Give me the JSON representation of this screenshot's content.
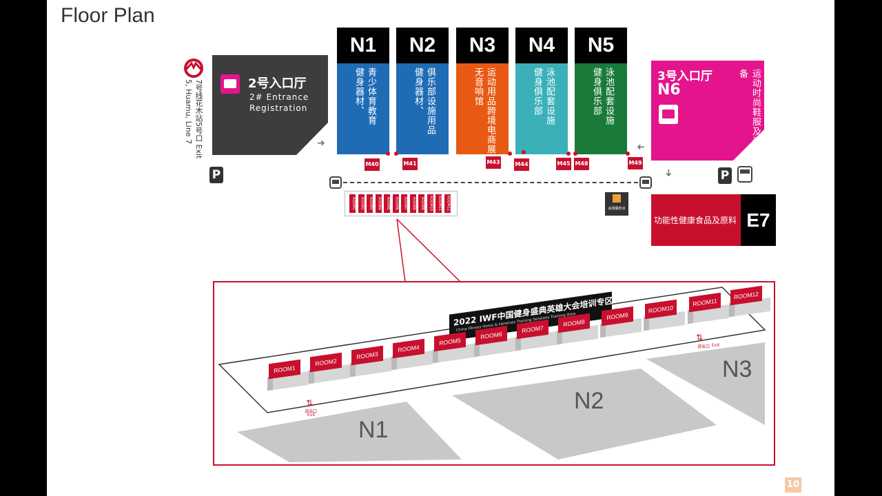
{
  "title": "Floor Plan",
  "metro": {
    "text": "7号线花木站5号口 Exit 5, Huamu, Line 7",
    "color": "#c8102e"
  },
  "entrance2": {
    "cn": "2号入口厅",
    "en1": "2# Entrance",
    "en2": "Registration",
    "color": "#3d3d3d"
  },
  "halls": [
    {
      "label": "N1",
      "color": "#1f6cb5",
      "lines": [
        "青少体育教育",
        "健身器材、"
      ]
    },
    {
      "label": "N2",
      "color": "#1f6cb5",
      "lines": [
        "俱乐部设施用品",
        "健身器材、"
      ]
    },
    {
      "label": "N3",
      "color": "#e85a14",
      "lines": [
        "运动用品跨境电商展",
        "无音响馆"
      ]
    },
    {
      "label": "N4",
      "color": "#3bb0b9",
      "lines": [
        "泳池配套设施",
        "健身俱乐部"
      ]
    },
    {
      "label": "N5",
      "color": "#1a7a3a",
      "lines": [
        "泳池配套设施",
        "健身俱乐部"
      ]
    }
  ],
  "n6": {
    "cn": "3号入口厅",
    "label": "N6",
    "desc": "运动时尚鞋服及装备",
    "color": "#e4158c"
  },
  "meeting_rooms": [
    "M40",
    "M41",
    "M43",
    "M44",
    "M45",
    "M48",
    "M49"
  ],
  "small_rooms": [
    "ROOM1",
    "ROOM2",
    "ROOM3",
    "ROOM4",
    "ROOM5",
    "ROOM6",
    "ROOM7",
    "ROOM8",
    "ROOM9",
    "ROOM10",
    "ROOM11",
    "ROOM12"
  ],
  "e7": {
    "label": "E7",
    "desc": "功能性健康食品及原料",
    "color": "#c8102e"
  },
  "service": {
    "text": "会场服务点"
  },
  "banner": {
    "cn": "2022 IWF中国健身盛典英雄大会培训专区",
    "en": "China Fitness Heros & Heroines Training Sessions Training Area"
  },
  "rooms": [
    "ROOM1",
    "ROOM2",
    "ROOM3",
    "ROOM4",
    "ROOM5",
    "ROOM6",
    "ROOM7",
    "ROOM8",
    "ROOM9",
    "ROOM10",
    "ROOM11",
    "ROOM12"
  ],
  "exits": [
    {
      "cn": "进出口",
      "en": "Exit"
    },
    {
      "cn": "进出口",
      "en": "Exit"
    }
  ],
  "floors": [
    "N1",
    "N2",
    "N3"
  ],
  "page_number": "10",
  "parking": "P"
}
